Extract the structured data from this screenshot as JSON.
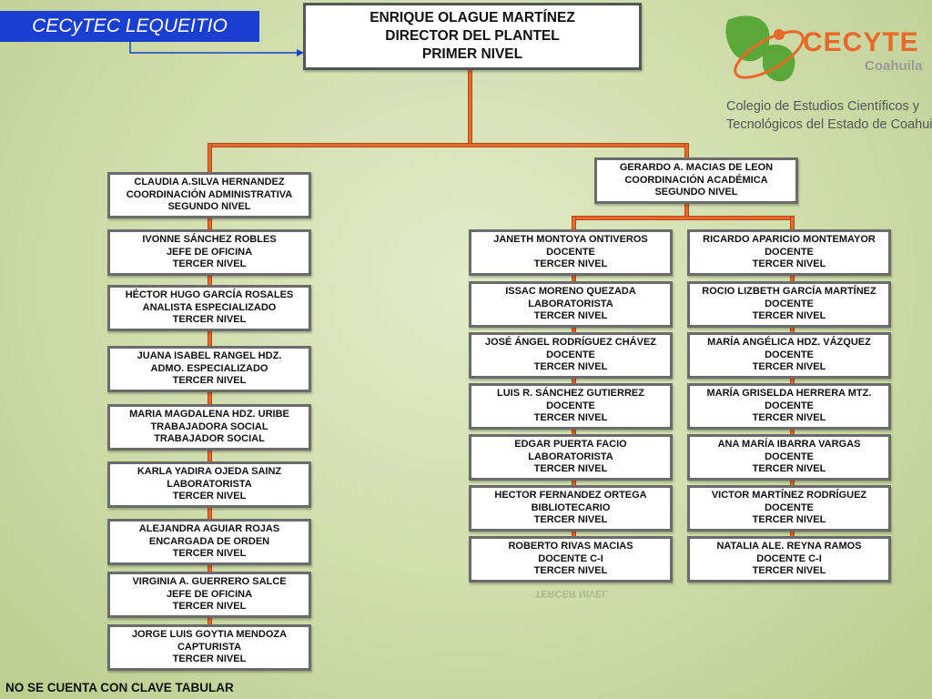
{
  "school_tag": "CECyTEC LEQUEITIO",
  "logo": {
    "icon": "cecyte-leaf-logo-icon",
    "wordmark": "CECYTE",
    "state": "Coahuila",
    "desc_line1": "Colegio de Estudios Científicos y",
    "desc_line2": "Tecnológicos del Estado de Coahuila",
    "colors": {
      "green": "#5aa83a",
      "orange": "#e8692a",
      "grey": "#999999"
    }
  },
  "colors": {
    "tag": "#1a3fd0",
    "connector": "#e8692a",
    "box_border": "#6b6b6b"
  },
  "director": {
    "name": "ENRIQUE OLAGUE MARTÍNEZ",
    "role": "DIRECTOR DEL PLANTEL",
    "level": "PRIMER NIVEL"
  },
  "admin_head": {
    "name": "CLAUDIA A.SILVA HERNANDEZ",
    "role": "COORDINACIÓN ADMINISTRATIVA",
    "level": "SEGUNDO NIVEL"
  },
  "academic_head": {
    "name": "GERARDO A. MACIAS DE LEON",
    "role": "COORDINACIÓN ACADÉMICA",
    "level": "SEGUNDO NIVEL"
  },
  "admin_staff": [
    {
      "name": "IVONNE SÁNCHEZ ROBLES",
      "role": "JEFE DE OFICINA",
      "level": "TERCER NIVEL"
    },
    {
      "name": "HÉCTOR HUGO GARCÍA ROSALES",
      "role": "ANALISTA  ESPECIALIZADO",
      "level": "TERCER NIVEL"
    },
    {
      "name": "JUANA ISABEL RANGEL HDZ.",
      "role": "ADMO. ESPECIALIZADO",
      "level": "TERCER NIVEL"
    },
    {
      "name": "MARIA MAGDALENA HDZ. URIBE",
      "role": "TRABAJADORA SOCIAL",
      "level": "TRABAJADOR SOCIAL"
    },
    {
      "name": "KARLA YADIRA OJEDA SAINZ",
      "role": "LABORATORISTA",
      "level": "TERCER NIVEL"
    },
    {
      "name": "ALEJANDRA AGUIAR ROJAS",
      "role": "ENCARGADA DE ORDEN",
      "level": "TERCER NIVEL"
    },
    {
      "name": "VIRGINIA A. GUERRERO SALCE",
      "role": "JEFE DE OFICINA",
      "level": "TERCER NIVEL"
    },
    {
      "name": "JORGE LUIS GOYTIA MENDOZA",
      "role": "CAPTURISTA",
      "level": "TERCER NIVEL"
    }
  ],
  "academic_left": [
    {
      "name": "JANETH MONTOYA ONTIVEROS",
      "role": "DOCENTE",
      "level": "TERCER NIVEL"
    },
    {
      "name": "ISSAC MORENO QUEZADA",
      "role": "LABORATORISTA",
      "level": "TERCER NIVEL"
    },
    {
      "name": "JOSÉ ÁNGEL RODRÍGUEZ CHÁVEZ",
      "role": "DOCENTE",
      "level": "TERCER NIVEL"
    },
    {
      "name": "LUIS R. SÁNCHEZ GUTIERREZ",
      "role": "DOCENTE",
      "level": "TERCER NIVEL"
    },
    {
      "name": "EDGAR PUERTA FACIO",
      "role": "LABORATORISTA",
      "level": "TERCER NIVEL"
    },
    {
      "name": "HECTOR FERNANDEZ ORTEGA",
      "role": "BIBLIOTECARIO",
      "level": "TERCER NIVEL"
    },
    {
      "name": "ROBERTO RIVAS MACIAS",
      "role": "DOCENTE C-I",
      "level": "TERCER NIVEL"
    }
  ],
  "academic_right": [
    {
      "name": "RICARDO APARICIO MONTEMAYOR",
      "role": "DOCENTE",
      "level": "TERCER NIVEL"
    },
    {
      "name": "ROCIO LIZBETH GARCÍA MARTÍNEZ",
      "role": "DOCENTE",
      "level": "TERCER NIVEL"
    },
    {
      "name": "MARÍA ANGÉLICA HDZ. VÁZQUEZ",
      "role": "DOCENTE",
      "level": "TERCER NIVEL"
    },
    {
      "name": "MARÍA GRISELDA HERRERA MTZ.",
      "role": "DOCENTE",
      "level": "TERCER NIVEL"
    },
    {
      "name": "ANA MARÍA IBARRA VARGAS",
      "role": "DOCENTE",
      "level": "TERCER NIVEL"
    },
    {
      "name": "VICTOR MARTÍNEZ RODRÍGUEZ",
      "role": "DOCENTE",
      "level": "TERCER NIVEL"
    },
    {
      "name": "NATALIA ALE. REYNA RAMOS",
      "role": "DOCENTE C-I",
      "level": "TERCER NIVEL"
    }
  ],
  "footer_note": "NO SE CUENTA CON CLAVE TABULAR"
}
